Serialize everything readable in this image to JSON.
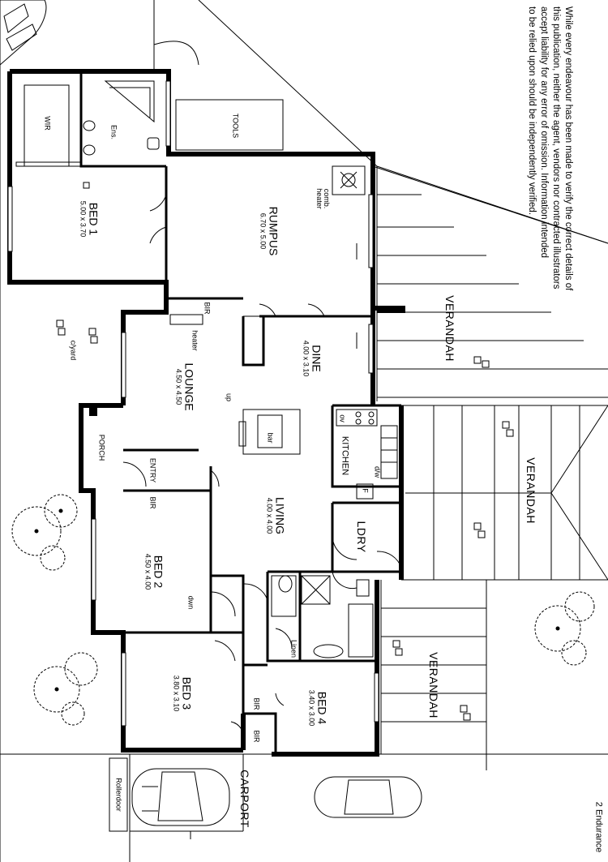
{
  "disclaimer": {
    "lines": [
      "While every endeavour has been made to verify the correct details of",
      "this publication, neither the agent, vendors nor contracted illustrators",
      "accept liability for any error of omission. Information intended",
      "to be relied upon should be independently verified."
    ]
  },
  "property": {
    "name": "2 Endurance"
  },
  "rooms": {
    "rumpus": {
      "name": "RUMPUS",
      "dim": "6.70 x 5.00"
    },
    "bed1": {
      "name": "BED 1",
      "dim": "5.00 x 3.70"
    },
    "lounge": {
      "name": "LOUNGE",
      "dim": "4.50 x 4.50"
    },
    "dine": {
      "name": "DINE",
      "dim": "4.00 x 3.10"
    },
    "living": {
      "name": "LIVING",
      "dim": "4.00 x 4.00"
    },
    "bed2": {
      "name": "BED 2",
      "dim": "4.50 x 4.00"
    },
    "bed3": {
      "name": "BED 3",
      "dim": "3.80 x 3.10"
    },
    "bed4": {
      "name": "BED 4",
      "dim": "3.40 x 3.00"
    },
    "kitchen": {
      "name": "KITCHEN"
    },
    "ldry": {
      "name": "LDRY"
    },
    "porch": {
      "name": "PORCH"
    },
    "entry": {
      "name": "ENTRY"
    },
    "carport": {
      "name": "CARPORT"
    },
    "wir": {
      "name": "WIR"
    },
    "ens": {
      "name": "Ens."
    },
    "tools": {
      "name": "TOOLS"
    }
  },
  "labels": {
    "verandah": "VERANDAH",
    "bir": "BIR",
    "comb_heater": "comb.\nheater",
    "heater": "heater",
    "up": "up",
    "bar": "bar",
    "ov": "ov",
    "dw": "d/w",
    "fridge": "F",
    "dwn": "dwn",
    "linen": "Linen",
    "cyard": "c/yard",
    "rollerdoor": "Rollerdoor"
  }
}
